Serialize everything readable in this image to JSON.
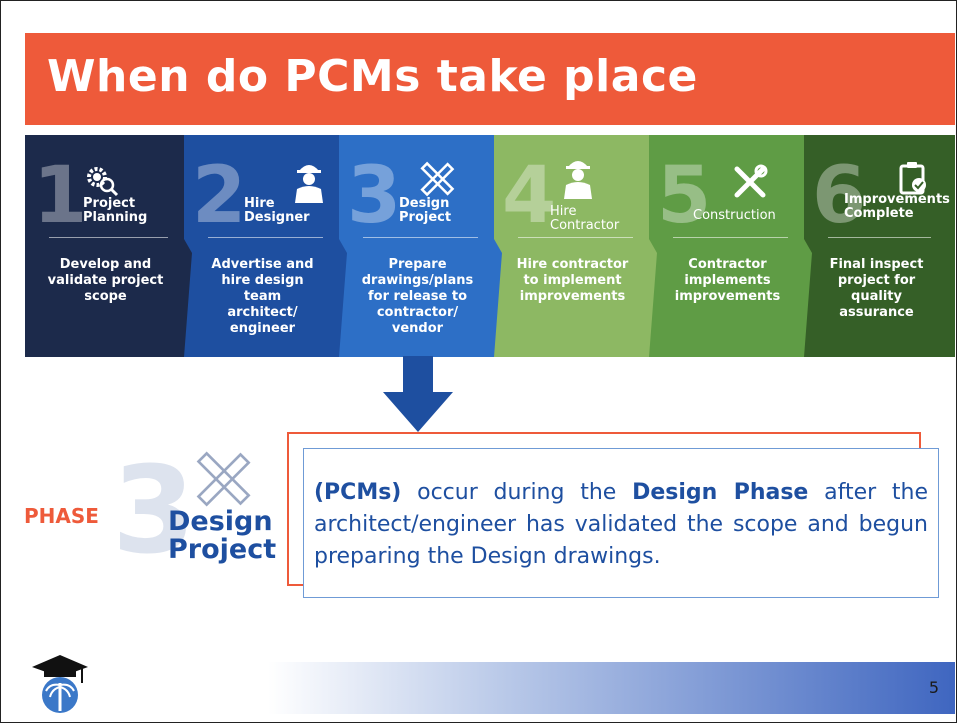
{
  "title": "When do PCMs take place",
  "colors": {
    "accent": "#ee5a3a",
    "blue": "#1e4fa0"
  },
  "steps": [
    {
      "number": "1",
      "label_line1": "Project",
      "label_line2": "Planning",
      "desc_lines": [
        "Develop and",
        "validate project",
        "scope"
      ],
      "icon": "gear-search-icon"
    },
    {
      "number": "2",
      "label_line1": "Hire",
      "label_line2": "Designer",
      "desc_lines": [
        "Advertise and",
        "hire design",
        "team",
        "architect/",
        "engineer"
      ],
      "icon": "engineer-icon"
    },
    {
      "number": "3",
      "label_line1": "Design",
      "label_line2": "Project",
      "desc_lines": [
        "Prepare",
        "drawings/plans",
        "for release to",
        "contractor/",
        "vendor"
      ],
      "icon": "pencil-ruler-icon"
    },
    {
      "number": "4",
      "label_line1": "Hire",
      "label_line2": "Contractor",
      "desc_lines": [
        "Hire contractor",
        "to implement",
        "improvements"
      ],
      "icon": "worker-icon"
    },
    {
      "number": "5",
      "label_line1": "",
      "label_line2": "Construction",
      "desc_lines": [
        "Contractor",
        "implements",
        "improvements"
      ],
      "icon": "tools-icon"
    },
    {
      "number": "6",
      "label_line1": "Improvements",
      "label_line2": "Complete",
      "desc_lines": [
        "Final inspect",
        "project for",
        "quality",
        "assurance"
      ],
      "icon": "clipboard-check-icon"
    }
  ],
  "phase": {
    "label": "PHASE",
    "number": "3",
    "name_line1": "Design",
    "name_line2": "Project"
  },
  "callout": {
    "part1": "(PCMs)",
    "part2": " occur during the ",
    "part3": "Design Phase",
    "part4": " after the architect/engineer has validated the scope and begun preparing the Design drawings."
  },
  "page_number": "5"
}
